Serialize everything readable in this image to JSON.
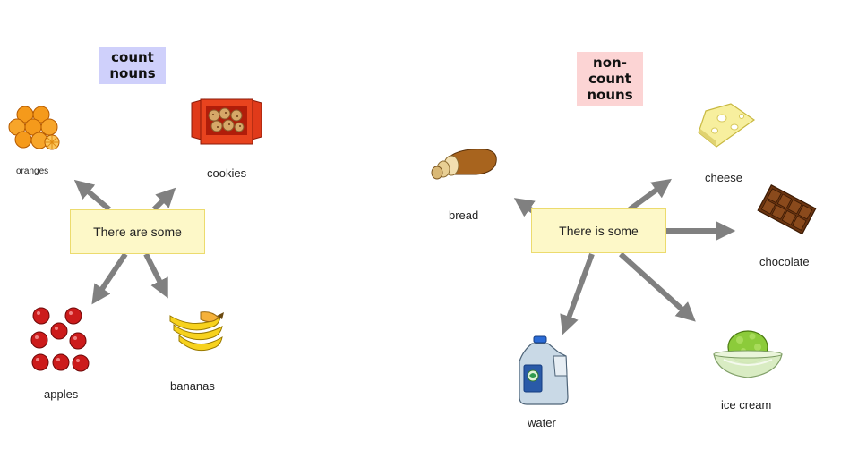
{
  "count": {
    "tag_line1": "count",
    "tag_line2": "nouns",
    "sentence": "There are some",
    "items": {
      "oranges": "oranges",
      "cookies": "cookies",
      "apples": "apples",
      "bananas": "bananas"
    }
  },
  "noncount": {
    "tag_line1": "non-count",
    "tag_line2": "nouns",
    "sentence": "There is some",
    "items": {
      "bread": "bread",
      "cheese": "cheese",
      "chocolate": "chocolate",
      "water": "water",
      "ice_cream": "ice cream"
    }
  },
  "colors": {
    "count_tag_bg": "#cfd0fb",
    "noncount_tag_bg": "#fcd4d4",
    "sentence_box_bg": "#fdf8c8",
    "arrow": "#808080"
  }
}
